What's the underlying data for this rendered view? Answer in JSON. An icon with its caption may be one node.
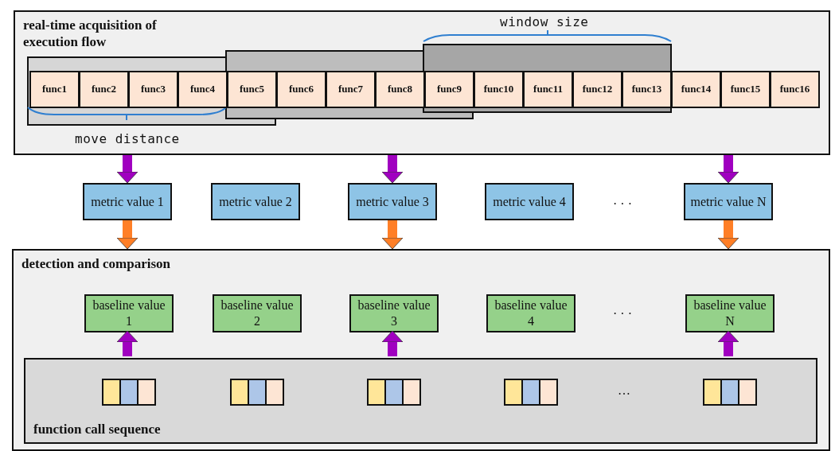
{
  "diagram": {
    "nodes": [
      {
        "text": [
          "real-time acquisition of execution flow"
        ]
      },
      {
        "text": [
          "func1"
        ],
        "in": 0
      },
      {
        "text": [
          "func2"
        ],
        "in": 0
      },
      {
        "text": [
          "func3"
        ],
        "in": 0
      },
      {
        "text": [
          "func4"
        ],
        "in": 0
      },
      {
        "text": [
          "func5"
        ],
        "in": 0
      },
      {
        "text": [
          "func6"
        ],
        "in": 0
      },
      {
        "text": [
          "func7"
        ],
        "in": 0
      },
      {
        "text": [
          "func8"
        ],
        "in": 0
      },
      {
        "text": [
          "func9"
        ],
        "in": 0
      },
      {
        "text": [
          "func10"
        ],
        "in": 0
      },
      {
        "text": [
          "func11"
        ],
        "in": 0
      },
      {
        "text": [
          "func12"
        ],
        "in": 0
      },
      {
        "text": [
          "func13"
        ],
        "in": 0
      },
      {
        "text": [
          "func14"
        ],
        "in": 0
      },
      {
        "text": [
          "func15"
        ],
        "in": 0
      },
      {
        "text": [
          "func16"
        ],
        "in": 0
      },
      {
        "text": [
          "metric value 1"
        ]
      },
      {
        "text": [
          "metric value 2"
        ]
      },
      {
        "text": [
          "metric value 3"
        ]
      },
      {
        "text": [
          "metric value 4"
        ]
      },
      {
        "text": [
          "metric value N"
        ]
      },
      {
        "text": [
          "detection and comparison"
        ]
      },
      {
        "text": [
          "baseline value 1"
        ],
        "in": 22
      },
      {
        "text": [
          "baseline value 2"
        ],
        "in": 22
      },
      {
        "text": [
          "baseline value 3"
        ],
        "in": 22
      },
      {
        "text": [
          "baseline value 4"
        ],
        "in": 22
      },
      {
        "text": [
          "baseline value N"
        ],
        "in": 22
      },
      {
        "text": [
          "function call sequence"
        ],
        "in": 22
      }
    ],
    "edges": [
      {
        "from": 0,
        "to": 17,
        "arrow": "to"
      },
      {
        "from": 0,
        "to": 19,
        "arrow": "to"
      },
      {
        "from": 0,
        "to": 21,
        "arrow": "to"
      },
      {
        "from": 17,
        "to": 22,
        "arrow": "to",
        "color": "#ff7f27"
      },
      {
        "from": 19,
        "to": 22,
        "arrow": "to",
        "color": "#ff7f27"
      },
      {
        "from": 21,
        "to": 22,
        "arrow": "to",
        "color": "#ff7f27"
      },
      {
        "from": 28,
        "to": 23,
        "arrow": "to"
      },
      {
        "from": 28,
        "to": 25,
        "arrow": "to"
      },
      {
        "from": 28,
        "to": 27,
        "arrow": "to"
      }
    ],
    "labels": [
      "window size",
      "move distance",
      "· · ·",
      "· · ·",
      "…"
    ]
  }
}
